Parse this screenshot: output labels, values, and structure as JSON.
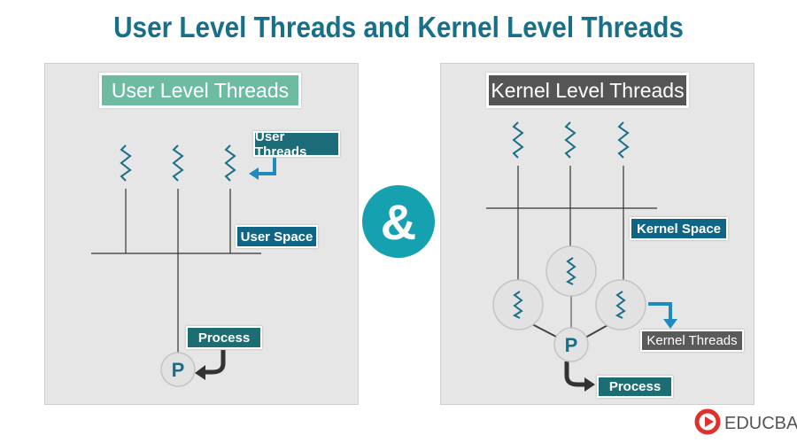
{
  "title": "User Level Threads and Kernel Level Threads",
  "left": {
    "heading": "User Level Threads",
    "labels": {
      "user_threads": "User  Threads",
      "user_space": "User Space",
      "process": "Process"
    },
    "process_symbol": "P"
  },
  "center": {
    "symbol": "&"
  },
  "right": {
    "heading": "Kernel Level Threads",
    "labels": {
      "kernel_space": "Kernel Space",
      "kernel_threads": "Kernel  Threads",
      "process": "Process"
    },
    "process_symbol": "P"
  },
  "logo": {
    "text": "EDUCBA"
  },
  "colors": {
    "title": "#17708a",
    "user_heading": "#6dbba0",
    "kernel_heading": "#555555",
    "label_teal": "#1b6b78",
    "label_blue": "#0f6585",
    "amp": "#16a1b0",
    "arrow_blue": "#1e8bbf"
  }
}
